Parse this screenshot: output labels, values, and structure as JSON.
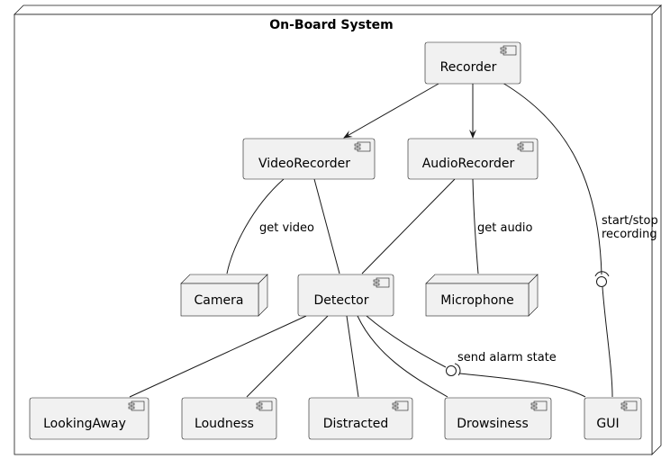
{
  "container": {
    "title": "On-Board System"
  },
  "components": {
    "recorder": "Recorder",
    "video_recorder": "VideoRecorder",
    "audio_recorder": "AudioRecorder",
    "detector": "Detector",
    "looking_away": "LookingAway",
    "loudness": "Loudness",
    "distracted": "Distracted",
    "drowsiness": "Drowsiness",
    "gui": "GUI"
  },
  "nodes": {
    "camera": "Camera",
    "microphone": "Microphone"
  },
  "edge_labels": {
    "get_video": "get video",
    "get_audio": "get audio",
    "start_stop_1": "start/stop",
    "start_stop_2": "recording",
    "send_alarm": "send alarm state"
  }
}
